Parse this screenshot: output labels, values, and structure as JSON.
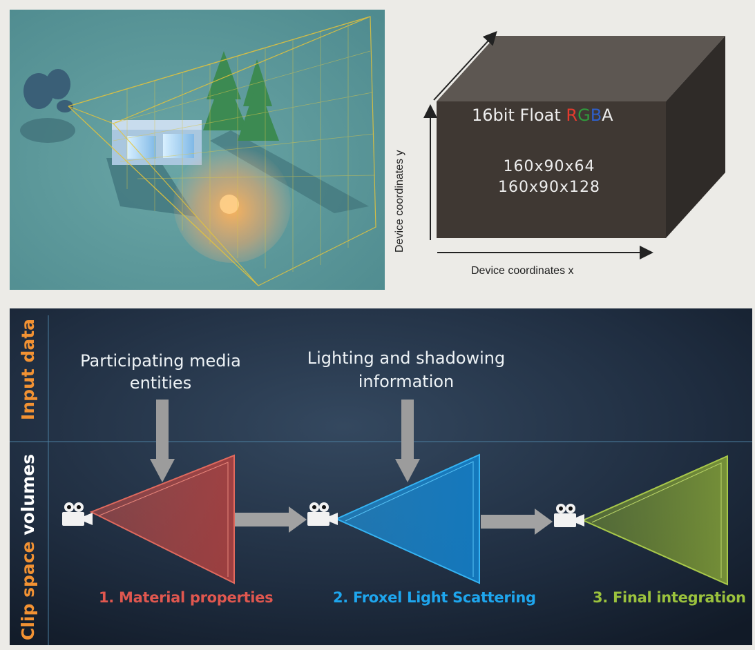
{
  "cube": {
    "title_prefix": "16bit Float ",
    "title_r": "R",
    "title_g": "G",
    "title_b": "B",
    "title_a": "A",
    "resolutions": [
      "160x90x64",
      "160x90x128"
    ],
    "axis_x": "Device coordinates x",
    "axis_y": "Device coordinates y"
  },
  "pipeline": {
    "side_input": "Input data",
    "side_clip_1": "Clip space",
    "side_clip_2": "volumes",
    "input_a": "Participating media entities",
    "input_b": "Lighting and shadowing information",
    "stages": [
      {
        "label": "1. Material properties",
        "color": "#e0574f"
      },
      {
        "label": "2. Froxel Light Scattering",
        "color": "#1ea6ee"
      },
      {
        "label": "3. Final integration",
        "color": "#9bc23d"
      }
    ]
  },
  "colors": {
    "scene_bg": "#5f9a9c",
    "cube_front": "#3f3833",
    "pipeline_bg": "#1c2a3c",
    "accent_orange": "#f29233"
  }
}
